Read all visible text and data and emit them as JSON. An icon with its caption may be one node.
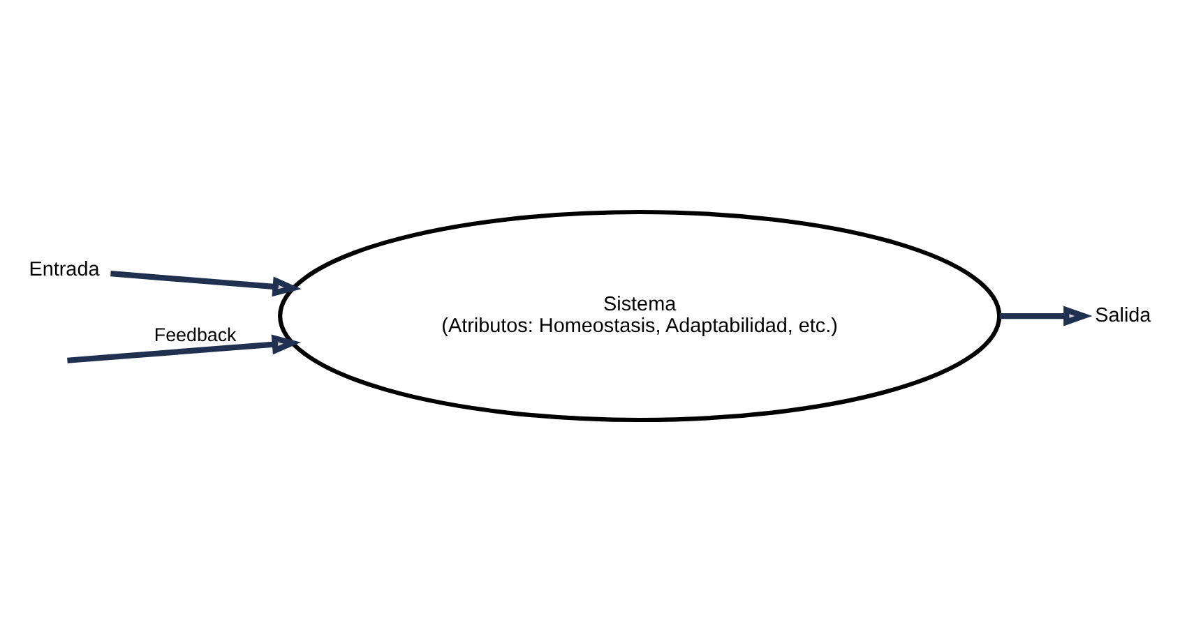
{
  "diagram": {
    "nodes": [
      {
        "text": [
          "Entrada"
        ]
      },
      {
        "text": [
          "Sistema",
          "(Atributos: Homeostasis, Adaptabilidad, etc.)"
        ]
      },
      {
        "text": [
          "Salida"
        ]
      }
    ],
    "edges": [
      {
        "from": 0,
        "to": 1,
        "arrow": "to"
      },
      {
        "from": null,
        "to": 1,
        "arrow": "to",
        "label": "Feedback"
      },
      {
        "from": 1,
        "to": 2,
        "arrow": "to"
      }
    ]
  }
}
